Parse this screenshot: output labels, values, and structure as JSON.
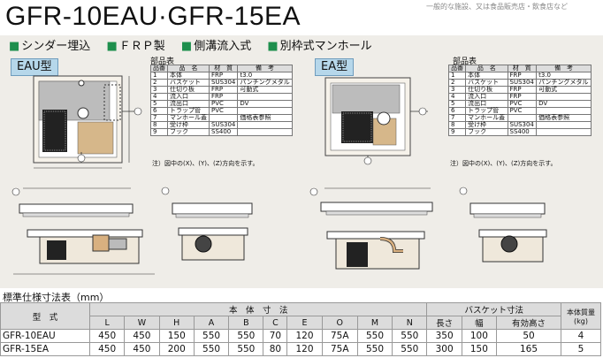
{
  "title": "GFR-10EAU·GFR-15EA",
  "tagline": "一般的な施設、又は食品販売店・飲食店など",
  "features": [
    "シンダー埋込",
    "ＦＲＰ製",
    "側溝流入式",
    "別枠式マンホール"
  ],
  "eau": {
    "badge": "EAU型",
    "parts_title": "部品表",
    "headers": [
      "品番",
      "品　名",
      "材　質",
      "備　考"
    ],
    "rows": [
      [
        "1",
        "本体",
        "FRP",
        "t3.0"
      ],
      [
        "2",
        "バスケット",
        "SUS304",
        "パンチングメタル"
      ],
      [
        "3",
        "仕切り板",
        "FRP",
        "可動式"
      ],
      [
        "4",
        "流入口",
        "FRP",
        ""
      ],
      [
        "5",
        "流出口",
        "PVC",
        "DV"
      ],
      [
        "6",
        "トラップ管",
        "PVC",
        ""
      ],
      [
        "7",
        "マンホール蓋",
        "",
        "価格表参照"
      ],
      [
        "8",
        "受け枠",
        "SUS304",
        ""
      ],
      [
        "9",
        "フック",
        "SS400",
        ""
      ]
    ],
    "note": "注）図中の(X)、(Y)、(Z)方向を示す。"
  },
  "ea": {
    "badge": "EA型",
    "parts_title": "部品表",
    "headers": [
      "品番",
      "品　名",
      "材　質",
      "備　考"
    ],
    "rows": [
      [
        "1",
        "本体",
        "FRP",
        "t3.0"
      ],
      [
        "2",
        "バスケット",
        "SUS304",
        "パンチングメタル"
      ],
      [
        "3",
        "仕切り板",
        "FRP",
        "可動式"
      ],
      [
        "4",
        "流入口",
        "FRP",
        ""
      ],
      [
        "5",
        "流出口",
        "PVC",
        "DV"
      ],
      [
        "6",
        "トラップ管",
        "PVC",
        ""
      ],
      [
        "7",
        "マンホール蓋",
        "",
        "価格表参照"
      ],
      [
        "8",
        "受け枠",
        "SUS304",
        ""
      ],
      [
        "9",
        "フック",
        "SS400",
        ""
      ]
    ],
    "note": "注）図中の(X)、(Y)、(Z)方向を示す。"
  },
  "spec": {
    "title": "標準仕様寸法表（mm）",
    "header_model": "型　式",
    "header_body": "本　体　寸　法",
    "header_basket": "バスケット寸法",
    "header_weight": "本体質量(kg)",
    "body_cols": [
      "L",
      "W",
      "H",
      "A",
      "B",
      "C",
      "E",
      "O",
      "M",
      "N"
    ],
    "basket_cols": [
      "長さ",
      "幅",
      "有効高さ"
    ],
    "rows": [
      {
        "model": "GFR-10EAU",
        "vals": [
          "450",
          "450",
          "150",
          "550",
          "550",
          "70",
          "120",
          "75A",
          "550",
          "550",
          "350",
          "100",
          "50",
          "4"
        ]
      },
      {
        "model": "GFR-15EA",
        "vals": [
          "450",
          "450",
          "200",
          "550",
          "550",
          "80",
          "120",
          "75A",
          "550",
          "550",
          "300",
          "150",
          "165",
          "5"
        ]
      }
    ]
  }
}
